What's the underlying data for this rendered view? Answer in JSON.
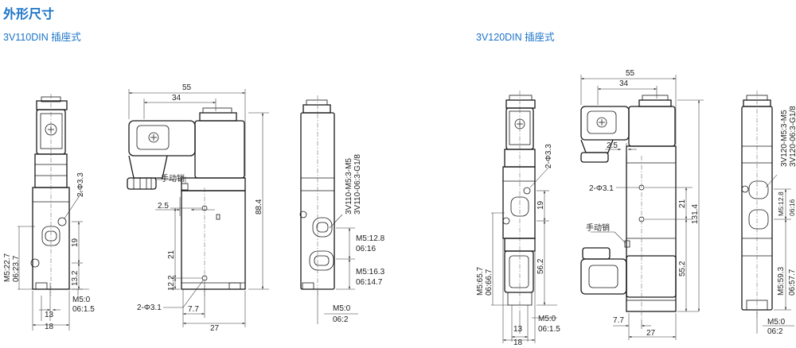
{
  "header": {
    "title": "外形尺寸",
    "sub_left": "3V110DIN 插座式",
    "sub_right": "3V120DIN 插座式"
  },
  "left_group": {
    "front": {
      "holes": "2-Φ3.3",
      "d19": "19",
      "d13_2": "13.2",
      "d13": "13",
      "d18": "18",
      "m5_total": "M5:22.7",
      "g_total": "06:23.7",
      "m5_bot": "M5:0",
      "g_bot": "06:1.5"
    },
    "side": {
      "d55": "55",
      "d34": "34",
      "manual": "手动销",
      "d2_5": "2.5",
      "d88_4": "88.4",
      "d21": "21",
      "d12_2": "12.2",
      "holes": "2-Φ3.1",
      "d7_7": "7.7",
      "d27": "27"
    },
    "end": {
      "model1": "3V110-M5:3-M5",
      "model2": "3V110-06:3-G1/8",
      "m5_a": "M5:12.8",
      "g_a": "06:16",
      "m5_b": "M5:16.3",
      "g_b": "06:14.7",
      "m5_c": "M5:0",
      "g_c": "06:2"
    }
  },
  "right_group": {
    "front": {
      "holes": "2-Φ3.3",
      "d19": "19",
      "d56_2": "56.2",
      "d13": "13",
      "d18": "18",
      "m5_total": "M5:65.7",
      "g_total": "06:66.7",
      "m5_bot": "M5:0",
      "g_bot": "06:1.5"
    },
    "side": {
      "d55": "55",
      "d34": "34",
      "d2_5": "2.5",
      "holes": "2-Φ3.1",
      "d21": "21",
      "d131_4": "131.4",
      "manual": "手动销",
      "d55_2": "55.2",
      "d7_7": "7.7",
      "d27": "27"
    },
    "end": {
      "model1": "3V120-M5:3-M5",
      "model2": "3V120-06:3-G1/8",
      "m5_a": "M5:12.8",
      "g_a": "06:16",
      "m5_b": "M5:59.3",
      "g_b": "06:57.7",
      "m5_c": "M5:0",
      "g_c": "06:2"
    }
  }
}
